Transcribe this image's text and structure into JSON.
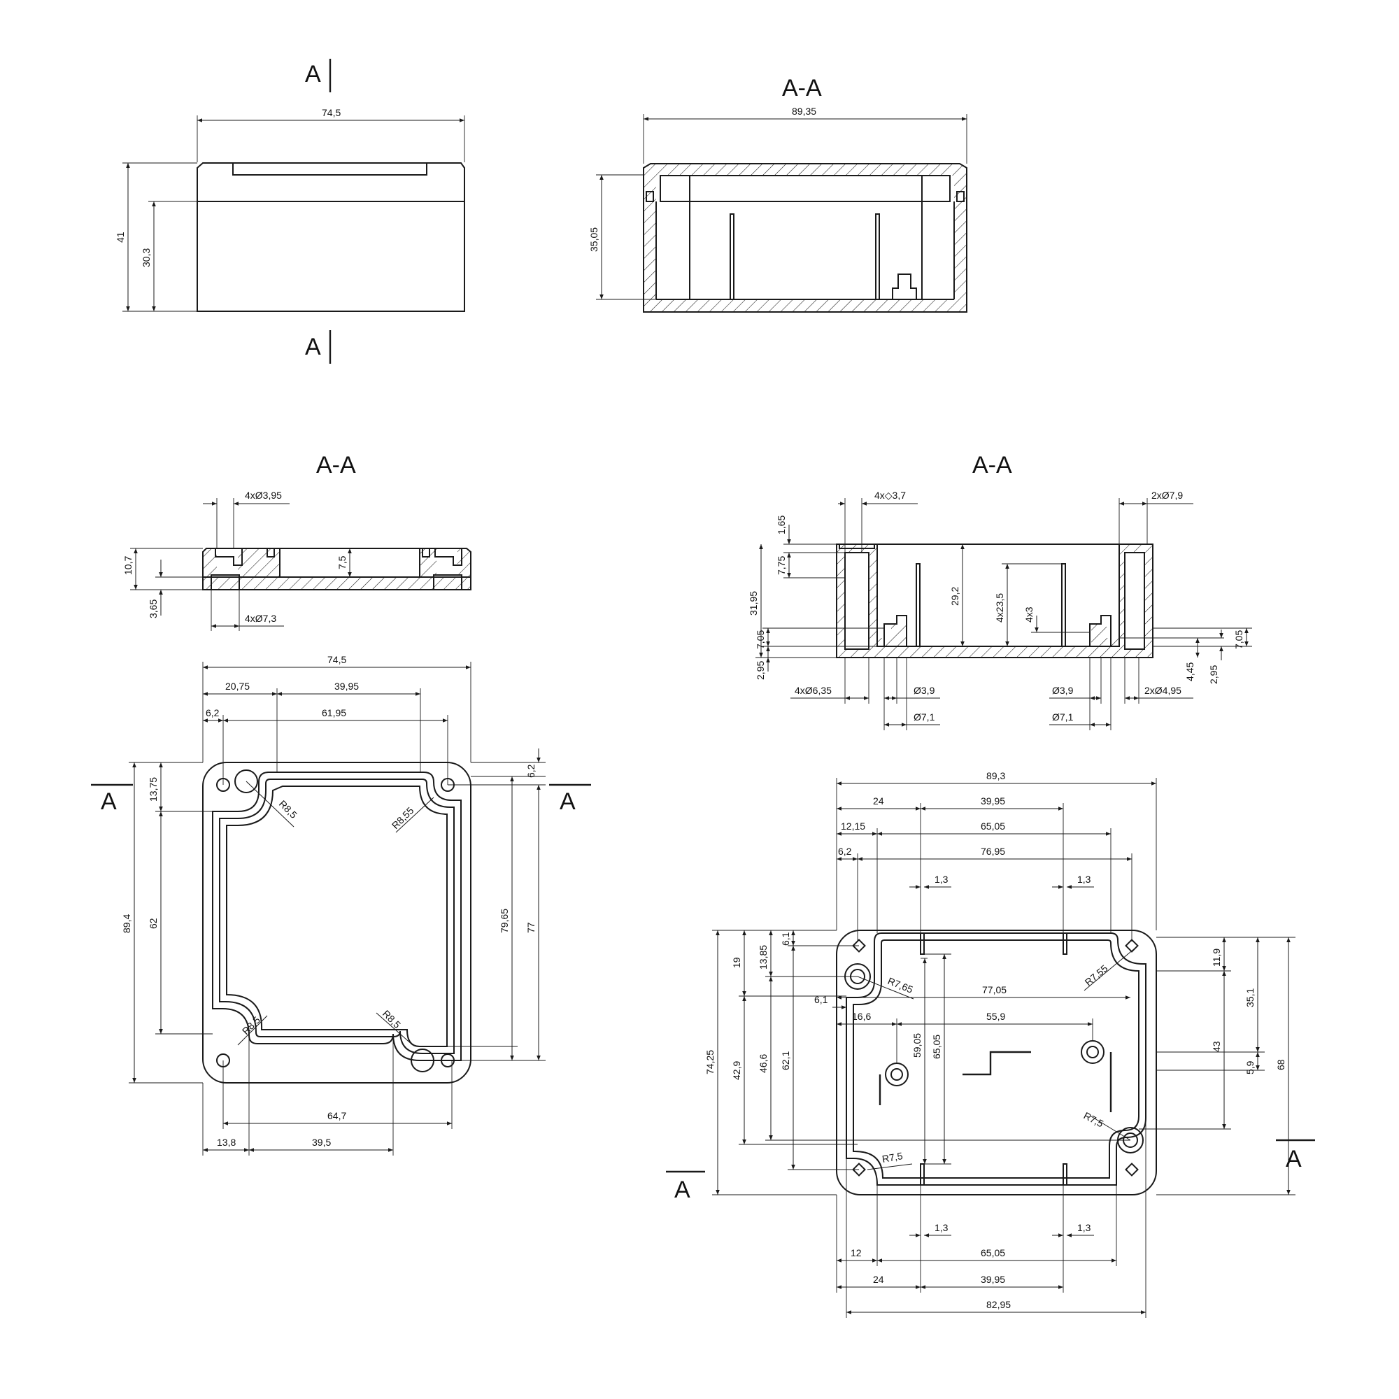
{
  "views": {
    "front": {
      "section_mark": "A",
      "dims": {
        "width": "74,5",
        "height": "41",
        "body_height": "30,3"
      }
    },
    "top_section": {
      "title": "A-A",
      "dims": {
        "width": "89,35",
        "height": "35,05"
      }
    },
    "lid_section": {
      "title": "A-A",
      "dims": {
        "hole_d": "4xØ3,95",
        "height": "10,7",
        "depth": "7,5",
        "base": "3,65",
        "counter_d": "4xØ7,3"
      }
    },
    "lid_plan": {
      "section_mark": "A",
      "dims": {
        "width": "74,5",
        "w1": "20,75",
        "w2": "39,95",
        "w3": "6,2",
        "w4": "61,95",
        "h_total": "89,4",
        "h1": "13,75",
        "h2": "62",
        "h3": "79,65",
        "h4": "77",
        "h5": "6,2",
        "r1": "R8,5",
        "r2": "R8,55",
        "r3": "R8,5",
        "r4": "R8,5",
        "b1": "64,7",
        "b2": "13,8",
        "b3": "39,5"
      }
    },
    "base_section": {
      "title": "A-A",
      "dims": {
        "sq": "4x◇3,7",
        "d79": "2xØ7,9",
        "t165": "1,65",
        "t775": "7,75",
        "t3195": "31,95",
        "t705": "7,05",
        "t295": "2,95",
        "t292": "29,2",
        "t235": "4x23,5",
        "t4x3": "4x3",
        "r705": "7,05",
        "r295": "2,95",
        "r445": "4,45",
        "b635": "4xØ6,35",
        "b39a": "Ø3,9",
        "b39b": "Ø3,9",
        "b495": "2xØ4,95",
        "b71a": "Ø7,1",
        "b71b": "Ø7,1"
      }
    },
    "base_plan": {
      "section_mark": "A",
      "dims": {
        "t893": "89,3",
        "t24": "24",
        "t3995": "39,95",
        "t1215": "12,15",
        "t6505": "65,05",
        "t62": "6,2",
        "t7695": "76,95",
        "t13a": "1,3",
        "t13b": "1,3",
        "l7425": "74,25",
        "l19": "19",
        "l1385": "13,85",
        "l61": "6,1",
        "l429": "42,9",
        "l466": "46,6",
        "l621": "62,1",
        "i61": "6,1",
        "i166": "16,6",
        "i7705": "77,05",
        "i559": "55,9",
        "i5905": "59,05",
        "i6505": "65,05",
        "r765": "R7,65",
        "r755": "R7,55",
        "r75a": "R7,5",
        "r75b": "R7,5",
        "r119": "11,9",
        "r351": "35,1",
        "r43": "43",
        "r59": "5,9",
        "r68": "68",
        "b13a": "1,3",
        "b13b": "1,3",
        "b12": "12",
        "b6505": "65,05",
        "b24": "24",
        "b3995": "39,95",
        "b8295": "82,95"
      }
    }
  }
}
